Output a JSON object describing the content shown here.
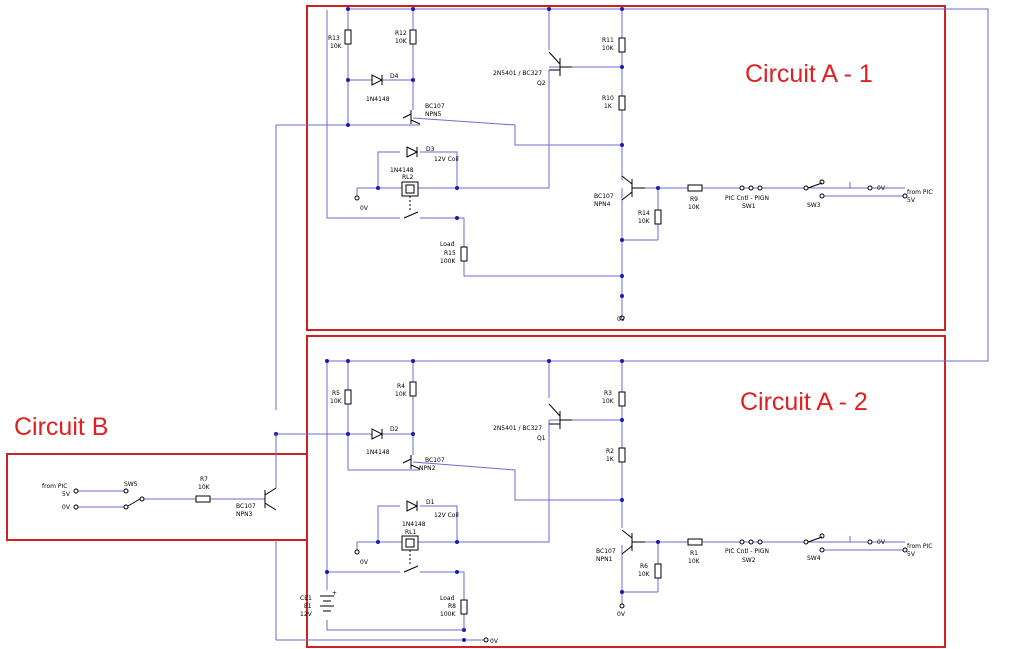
{
  "blocks": {
    "a1": "Circuit A - 1",
    "a2": "Circuit A - 2",
    "b": "Circuit B"
  },
  "a1": {
    "r13": "R13",
    "r13v": "10K",
    "r12": "R12",
    "r12v": "10K",
    "r11": "R11",
    "r11v": "10K",
    "r10": "R10",
    "r10v": "1K",
    "d4": "D4",
    "d4p": "1N4148",
    "npn5": "BC107",
    "npn5n": "NPN5",
    "q2a": "2N5401 / BC327",
    "q2n": "Q2",
    "d3": "D3",
    "d3p": "1N4148",
    "coil": "12V Coil",
    "rl": "RL2",
    "gnd1": "0V",
    "npn4": "BC107",
    "npn4n": "NPN4",
    "r14": "R14",
    "r14v": "10K",
    "r9": "R9",
    "r9v": "10K",
    "ctl": "PIC Cntl - PIGN",
    "sw": "SW1",
    "sw3": "SW3",
    "zero": "0V",
    "from": "from PIC",
    "five": "5V",
    "load": "Load",
    "r15": "R15",
    "r15v": "100K",
    "gnd2": "0V"
  },
  "a2": {
    "r5": "R5",
    "r5v": "10K",
    "r4": "R4",
    "r4v": "10K",
    "r3": "R3",
    "r3v": "10K",
    "r2": "R2",
    "r2v": "1K",
    "d2": "D2",
    "d2p": "1N4148",
    "npn2": "BC107",
    "npn2n": "NPN2",
    "q1a": "2N5401 / BC327",
    "q1n": "Q1",
    "d1": "D1",
    "d1p": "1N4148",
    "coil": "12V Coil",
    "rl": "RL1",
    "gnd1": "0V",
    "npn1": "BC107",
    "npn1n": "NPN1",
    "r6": "R6",
    "r6v": "10K",
    "r1": "R1",
    "r1v": "10K",
    "ctl": "PIC Cntl - PIGN",
    "sw": "SW2",
    "sw4": "SW4",
    "zero": "0V",
    "from": "from PIC",
    "five": "5V",
    "load": "Load",
    "r8": "R8",
    "r8v": "100K",
    "ce": "CE1",
    "cen": "E1",
    "cev": "12V",
    "gnd2": "0V",
    "gnd3": "0V"
  },
  "b": {
    "from": "from PIC",
    "five": "5V",
    "zero": "0V",
    "sw5": "SW5",
    "r7": "R7",
    "r7v": "10K",
    "npn3": "BC107",
    "npn3n": "NPN3"
  }
}
